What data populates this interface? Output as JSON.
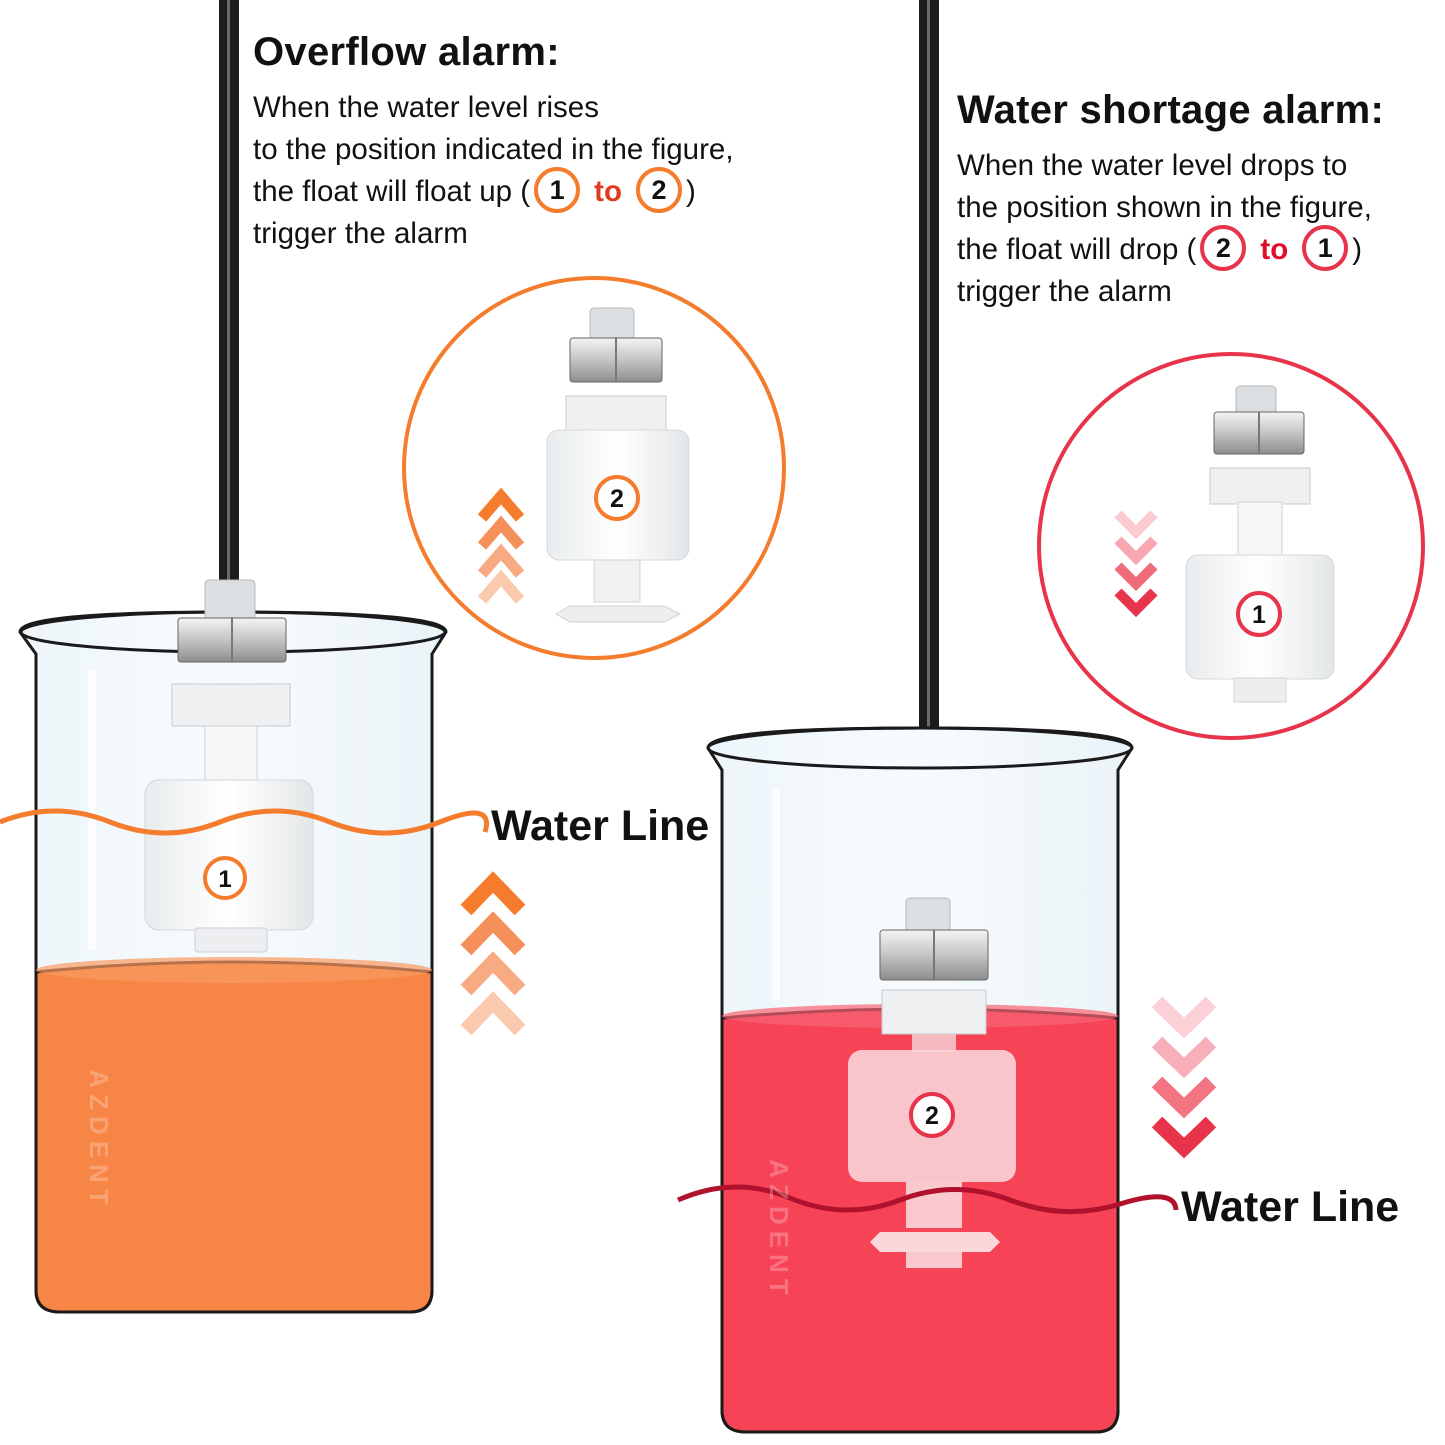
{
  "overflow": {
    "title": "Overflow alarm:",
    "line1": "When the water level rises",
    "line2": "to the position indicated in the figure,",
    "line3_pre": "the float will float up (",
    "from": "1",
    "to_word": "to",
    "to": "2",
    "close": ")",
    "line4": "trigger the alarm",
    "water_line": "Water Line",
    "inset_badge": "2",
    "float_badge": "1",
    "accent": "#f47c2c",
    "liquid": "#f78545"
  },
  "shortage": {
    "title": "Water shortage alarm:",
    "line1": "When the water level drops to",
    "line2": "the position shown in the figure,",
    "line3_pre": "the float will drop (",
    "from": "2",
    "to_word": "to",
    "to": "1",
    "close": ")",
    "line4": "trigger the alarm",
    "water_line": "Water Line",
    "inset_badge": "1",
    "float_badge": "2",
    "accent": "#e8344a",
    "liquid": "#f64356"
  },
  "watermark": "AZDENT"
}
